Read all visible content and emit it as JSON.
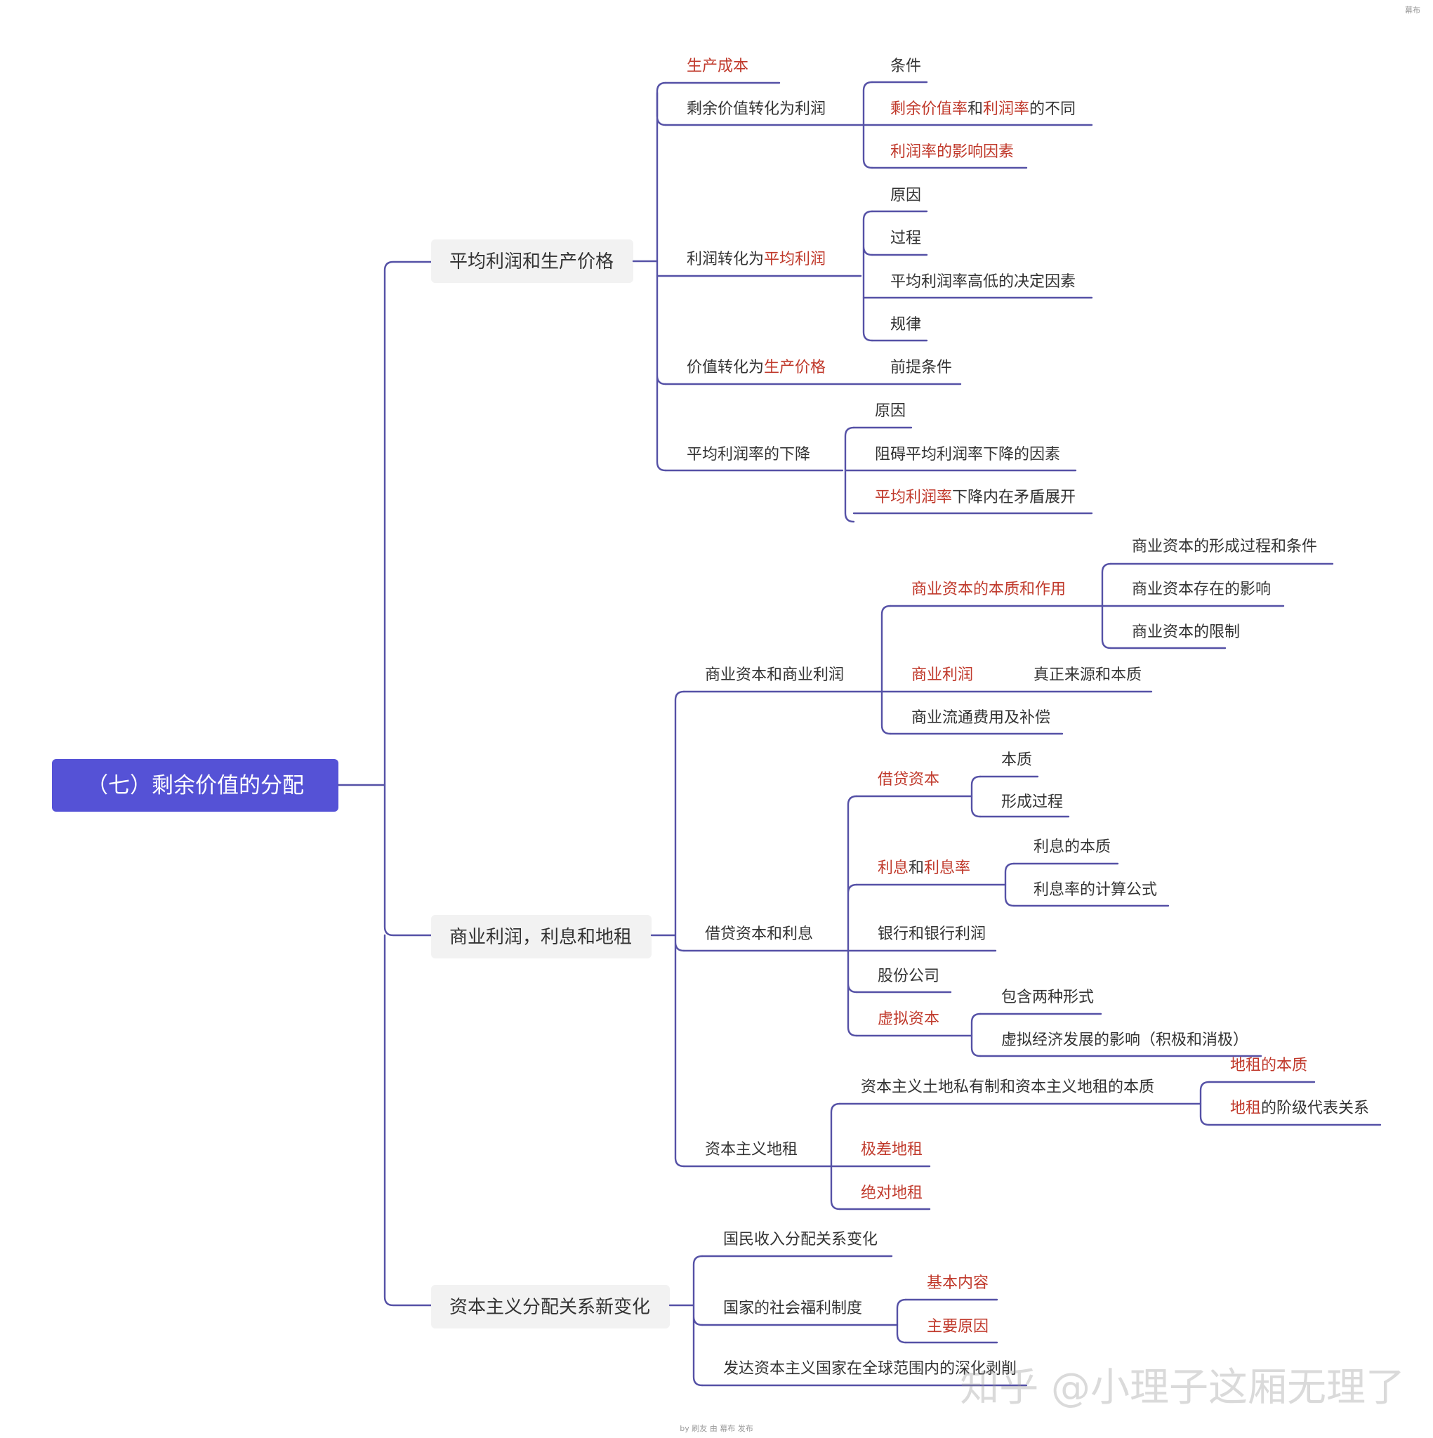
{
  "colors": {
    "root_bg": "#5552d6",
    "branch_line": "#5551a6",
    "highlight_text": "#c0392b",
    "normal_text": "#333333",
    "topic_bg": "#f2f2f2"
  },
  "root": {
    "label": "（七）剩余价值的分配"
  },
  "branches": [
    {
      "label": "平均利润和生产价格",
      "children": [
        {
          "parts": [
            {
              "text": "生产成本",
              "hl": true
            }
          ]
        },
        {
          "parts": [
            {
              "text": "剩余价值转化为利润",
              "hl": false
            }
          ],
          "children": [
            {
              "parts": [
                {
                  "text": "条件",
                  "hl": false
                }
              ]
            },
            {
              "parts": [
                {
                  "text": "剩余价值率",
                  "hl": true
                },
                {
                  "text": "和",
                  "hl": false
                },
                {
                  "text": "利润率",
                  "hl": true
                },
                {
                  "text": "的不同",
                  "hl": false
                }
              ]
            },
            {
              "parts": [
                {
                  "text": "利润率的影响因素",
                  "hl": true
                }
              ]
            }
          ]
        },
        {
          "parts": [
            {
              "text": "利润转化为",
              "hl": false
            },
            {
              "text": "平均利润",
              "hl": true
            }
          ],
          "children": [
            {
              "parts": [
                {
                  "text": "原因",
                  "hl": false
                }
              ]
            },
            {
              "parts": [
                {
                  "text": "过程",
                  "hl": false
                }
              ]
            },
            {
              "parts": [
                {
                  "text": "平均利润率高低的决定因素",
                  "hl": false
                }
              ]
            },
            {
              "parts": [
                {
                  "text": "规律",
                  "hl": false
                }
              ]
            }
          ]
        },
        {
          "parts": [
            {
              "text": "价值转化为",
              "hl": false
            },
            {
              "text": "生产价格",
              "hl": true
            }
          ],
          "children": [
            {
              "parts": [
                {
                  "text": "前提条件",
                  "hl": false
                }
              ]
            }
          ]
        },
        {
          "parts": [
            {
              "text": "平均利润率的下降",
              "hl": false
            }
          ],
          "children": [
            {
              "parts": [
                {
                  "text": "原因",
                  "hl": false
                }
              ]
            },
            {
              "parts": [
                {
                  "text": "阻碍平均利润率下降的因素",
                  "hl": false
                }
              ]
            },
            {
              "parts": [
                {
                  "text": "平均利润率",
                  "hl": true
                },
                {
                  "text": "下降内在矛盾展开",
                  "hl": false
                }
              ]
            }
          ]
        }
      ]
    },
    {
      "label": "商业利润，利息和地租",
      "children": [
        {
          "parts": [
            {
              "text": "商业资本和商业利润",
              "hl": false
            }
          ],
          "children": [
            {
              "parts": [
                {
                  "text": "商业资本的本质和作用",
                  "hl": true
                }
              ],
              "children": [
                {
                  "parts": [
                    {
                      "text": "商业资本的形成过程和条件",
                      "hl": false
                    }
                  ]
                },
                {
                  "parts": [
                    {
                      "text": "商业资本存在的影响",
                      "hl": false
                    }
                  ]
                },
                {
                  "parts": [
                    {
                      "text": "商业资本的限制",
                      "hl": false
                    }
                  ]
                }
              ]
            },
            {
              "parts": [
                {
                  "text": "商业利润",
                  "hl": true
                }
              ],
              "children": [
                {
                  "parts": [
                    {
                      "text": "真正来源和本质",
                      "hl": false
                    }
                  ]
                }
              ]
            },
            {
              "parts": [
                {
                  "text": "商业流通费用及补偿",
                  "hl": false
                }
              ]
            }
          ]
        },
        {
          "parts": [
            {
              "text": "借贷资本和利息",
              "hl": false
            }
          ],
          "children": [
            {
              "parts": [
                {
                  "text": "借贷资本",
                  "hl": true
                }
              ],
              "children": [
                {
                  "parts": [
                    {
                      "text": "本质",
                      "hl": false
                    }
                  ]
                },
                {
                  "parts": [
                    {
                      "text": "形成过程",
                      "hl": false
                    }
                  ]
                }
              ]
            },
            {
              "parts": [
                {
                  "text": "利息",
                  "hl": true
                },
                {
                  "text": "和",
                  "hl": false
                },
                {
                  "text": "利息率",
                  "hl": true
                }
              ],
              "children": [
                {
                  "parts": [
                    {
                      "text": "利息的本质",
                      "hl": false
                    }
                  ]
                },
                {
                  "parts": [
                    {
                      "text": "利息率的计算公式",
                      "hl": false
                    }
                  ]
                }
              ]
            },
            {
              "parts": [
                {
                  "text": "银行和银行利润",
                  "hl": false
                }
              ]
            },
            {
              "parts": [
                {
                  "text": "股份公司",
                  "hl": false
                }
              ]
            },
            {
              "parts": [
                {
                  "text": "虚拟资本",
                  "hl": true
                }
              ],
              "children": [
                {
                  "parts": [
                    {
                      "text": "包含两种形式",
                      "hl": false
                    }
                  ]
                },
                {
                  "parts": [
                    {
                      "text": "虚拟经济发展的影响（积极和消极）",
                      "hl": false
                    }
                  ]
                }
              ]
            }
          ]
        },
        {
          "parts": [
            {
              "text": "资本主义地租",
              "hl": false
            }
          ],
          "children": [
            {
              "parts": [
                {
                  "text": "资本主义土地私有制和资本主义地租的本质",
                  "hl": false
                }
              ],
              "children": [
                {
                  "parts": [
                    {
                      "text": "地租的本质",
                      "hl": true
                    }
                  ]
                },
                {
                  "parts": [
                    {
                      "text": "地租",
                      "hl": true
                    },
                    {
                      "text": "的阶级代表关系",
                      "hl": false
                    }
                  ]
                }
              ]
            },
            {
              "parts": [
                {
                  "text": "极差地租",
                  "hl": true
                }
              ]
            },
            {
              "parts": [
                {
                  "text": "绝对地租",
                  "hl": true
                }
              ]
            }
          ]
        }
      ]
    },
    {
      "label": "资本主义分配关系新变化",
      "children": [
        {
          "parts": [
            {
              "text": "国民收入分配关系变化",
              "hl": false
            }
          ]
        },
        {
          "parts": [
            {
              "text": "国家的社会福利制度",
              "hl": false
            }
          ],
          "children": [
            {
              "parts": [
                {
                  "text": "基本内容",
                  "hl": true
                }
              ]
            },
            {
              "parts": [
                {
                  "text": "主要原因",
                  "hl": true
                }
              ]
            }
          ]
        },
        {
          "parts": [
            {
              "text": "发达资本主义国家在全球范围内的深化剥削",
              "hl": false
            }
          ]
        }
      ]
    }
  ],
  "watermark": "知乎 @小理子这厢无理了",
  "footer": "by 刷友 由 幕布 发布",
  "corner_logo": "幕布"
}
